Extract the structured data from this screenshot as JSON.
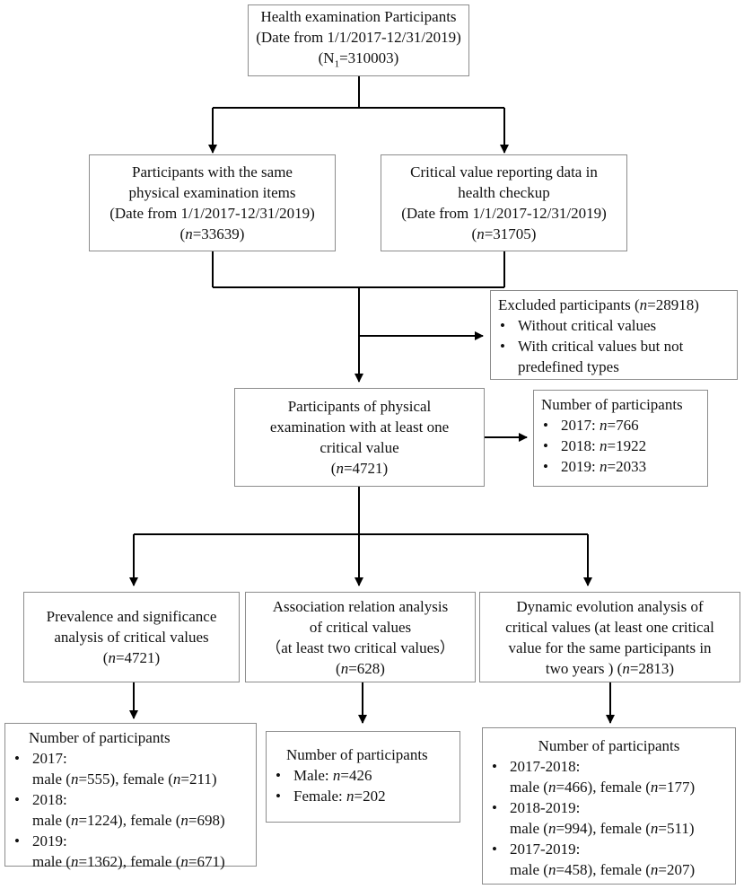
{
  "top": {
    "title": "Health examination Participants",
    "date": "(Date from 1/1/2017-12/31/2019)",
    "count_prefix": "(N",
    "count_sub": "1",
    "count_suffix": "=310003)"
  },
  "same_items": {
    "line1": "Participants with the same",
    "line2": "physical examination items",
    "date": "(Date from 1/1/2017-12/31/2019)",
    "n_label": "n",
    "n_value": "=33639)"
  },
  "critical_data": {
    "line1": "Critical value reporting data in",
    "line2": "health checkup",
    "date": "(Date from 1/1/2017-12/31/2019)",
    "n_label": "n",
    "n_value": "=31705)"
  },
  "excluded": {
    "head_prefix": "Excluded participants (",
    "n_label": "n",
    "head_suffix": "=28918)",
    "item1": "Without critical values",
    "item2_line1": "With critical values but not",
    "item2_line2": "predefined types"
  },
  "at_least_one": {
    "line1": "Participants of physical",
    "line2": "examination with at least one",
    "line3": "critical value",
    "n_label": "n",
    "n_value": "=4721)"
  },
  "number_by_year": {
    "head": "Number of participants",
    "items": [
      {
        "year": "2017: ",
        "n": "n",
        "val": "=766"
      },
      {
        "year": "2018: ",
        "n": "n",
        "val": "=1922"
      },
      {
        "year": "2019: ",
        "n": "n",
        "val": "=2033"
      }
    ]
  },
  "prevalence": {
    "line1": "Prevalence and significance",
    "line2": "analysis of critical values",
    "n_label": "n",
    "n_value": "=4721)"
  },
  "association": {
    "line1": "Association relation analysis",
    "line2": "of critical values",
    "line3": "（at least two critical values）",
    "n_label": "n",
    "n_value": "=628)"
  },
  "dynamic": {
    "line1": "Dynamic evolution analysis of",
    "line2": "critical values (at least one critical",
    "line3": "value for the same participants in",
    "line4_prefix": "two years ) (",
    "n_label": "n",
    "n_value": "=2813)"
  },
  "prev_numbers": {
    "head": "Number of participants",
    "items": [
      {
        "year": "2017:",
        "male_n": "=555",
        "female_n": "=211"
      },
      {
        "year": "2018:",
        "male_n": "=1224",
        "female_n": "=698"
      },
      {
        "year": "2019:",
        "male_n": "=1362",
        "female_n": "=671"
      }
    ]
  },
  "assoc_numbers": {
    "head": "Number of participants",
    "items": [
      {
        "label": "Male: ",
        "n": "n",
        "val": "=426"
      },
      {
        "label": "Female: ",
        "n": "n",
        "val": "=202"
      }
    ]
  },
  "dyn_numbers": {
    "head": "Number of participants",
    "items": [
      {
        "year": "2017-2018:",
        "male_n": "=466",
        "female_n": "=177"
      },
      {
        "year": "2018-2019:",
        "male_n": "=994",
        "female_n": "=511"
      },
      {
        "year": "2017-2019:",
        "male_n": "=458",
        "female_n": "=207"
      }
    ]
  },
  "common": {
    "open_paren": "(",
    "male_prefix": "male (",
    "female_prefix": "), female (",
    "close_paren": ")",
    "n": "n"
  }
}
